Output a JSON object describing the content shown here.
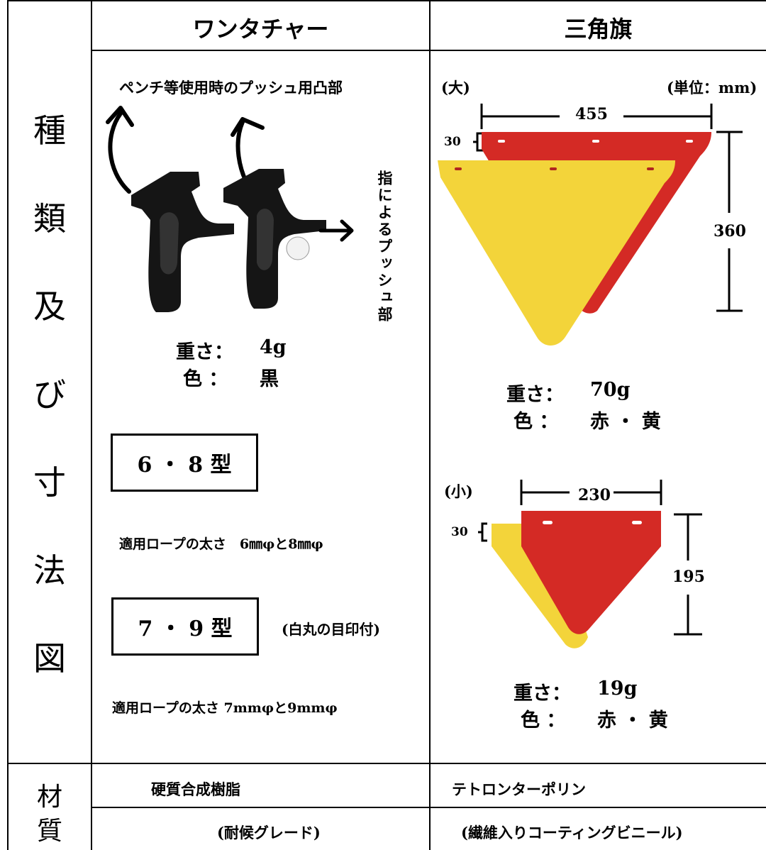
{
  "header": {
    "col1": "ワンタチャー",
    "col2": "三角旗"
  },
  "row_labels": {
    "types": [
      "種",
      "類",
      "及",
      "び",
      "寸",
      "法",
      "図"
    ],
    "material": [
      "材",
      "質"
    ]
  },
  "clip": {
    "push_label": "ペンチ等使用時のプッシュ用凸部",
    "finger_label": "指によるプッシュ部",
    "weight_label": "重さ：",
    "weight_value": "4g",
    "color_label": "色 ：",
    "color_value": "黒",
    "model1": "6 ・ 8 型",
    "model1_rope": "適用ロープの太さ　6㎜φと8㎜φ",
    "model2": "7 ・ 9 型",
    "model2_note": "(白丸の目印付)",
    "model2_rope": "適用ロープの太さ  7mmφと9mmφ"
  },
  "flag_large": {
    "size_label": "(大)",
    "unit": "(単位：mm)",
    "width": "455",
    "height": "360",
    "hem": "30",
    "weight_label": "重さ：",
    "weight_value": "70g",
    "color_label": "色 ：",
    "color_value": "赤 ・ 黄"
  },
  "flag_small": {
    "size_label": "(小)",
    "width": "230",
    "height": "195",
    "hem": "30",
    "weight_label": "重さ：",
    "weight_value": "19g",
    "color_label": "色 ：",
    "color_value": "赤 ・ 黄"
  },
  "material": {
    "clip_main": "硬質合成樹脂",
    "clip_sub": "(耐候グレード)",
    "flag_main": "テトロンターポリン",
    "flag_sub": "(繊維入りコーティングビニール)"
  },
  "colors": {
    "red": "#d42a25",
    "yellow": "#f3d43a",
    "black_plastic": "#151515"
  }
}
